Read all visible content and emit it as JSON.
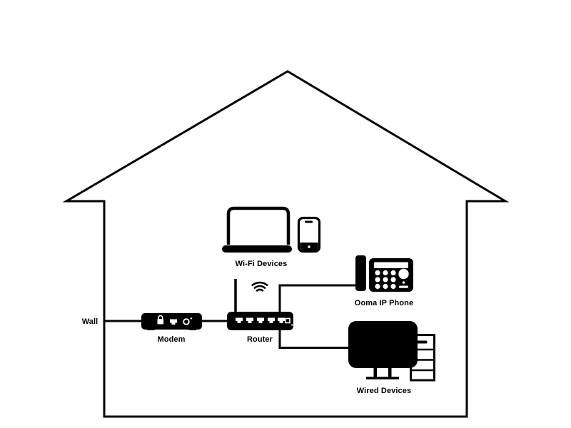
{
  "diagram": {
    "description": "Home network setup diagram inside a house outline",
    "colors": {
      "foreground": "#000000",
      "background": "#ffffff"
    },
    "labels": {
      "wall": "Wall",
      "modem": "Modem",
      "router": "Router",
      "wifi_devices": "Wi-Fi Devices",
      "ooma_ip_phone": "Ooma IP Phone",
      "wired_devices": "Wired Devices"
    },
    "nodes": [
      {
        "id": "wall",
        "label": "Wall",
        "icon": "wall-jack"
      },
      {
        "id": "modem",
        "label": "Modem",
        "icon": "modem-box"
      },
      {
        "id": "router",
        "label": "Router",
        "icon": "wireless-router"
      },
      {
        "id": "wifi_devices",
        "label": "Wi-Fi Devices",
        "icon": "laptop-and-smartphone"
      },
      {
        "id": "ooma_ip_phone",
        "label": "Ooma IP Phone",
        "icon": "desk-phone"
      },
      {
        "id": "wired_devices",
        "label": "Wired Devices",
        "icon": "monitor-and-tower-pc"
      }
    ],
    "connections": [
      {
        "from": "wall",
        "to": "modem",
        "type": "wired"
      },
      {
        "from": "modem",
        "to": "router",
        "type": "wired"
      },
      {
        "from": "router",
        "to": "ooma_ip_phone",
        "type": "wired"
      },
      {
        "from": "router",
        "to": "wired_devices",
        "type": "wired"
      },
      {
        "from": "router",
        "to": "wifi_devices",
        "type": "wireless"
      }
    ]
  }
}
